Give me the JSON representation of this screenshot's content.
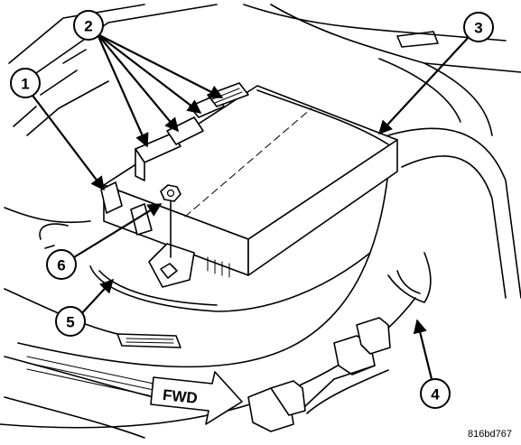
{
  "callouts": [
    {
      "id": "1",
      "label": "1"
    },
    {
      "id": "2",
      "label": "2"
    },
    {
      "id": "3",
      "label": "3"
    },
    {
      "id": "4",
      "label": "4"
    },
    {
      "id": "5",
      "label": "5"
    },
    {
      "id": "6",
      "label": "6"
    }
  ],
  "direction_label": "FWD",
  "figure_code": "816bd767",
  "colors": {
    "line": "#000000",
    "background": "#ffffff"
  }
}
